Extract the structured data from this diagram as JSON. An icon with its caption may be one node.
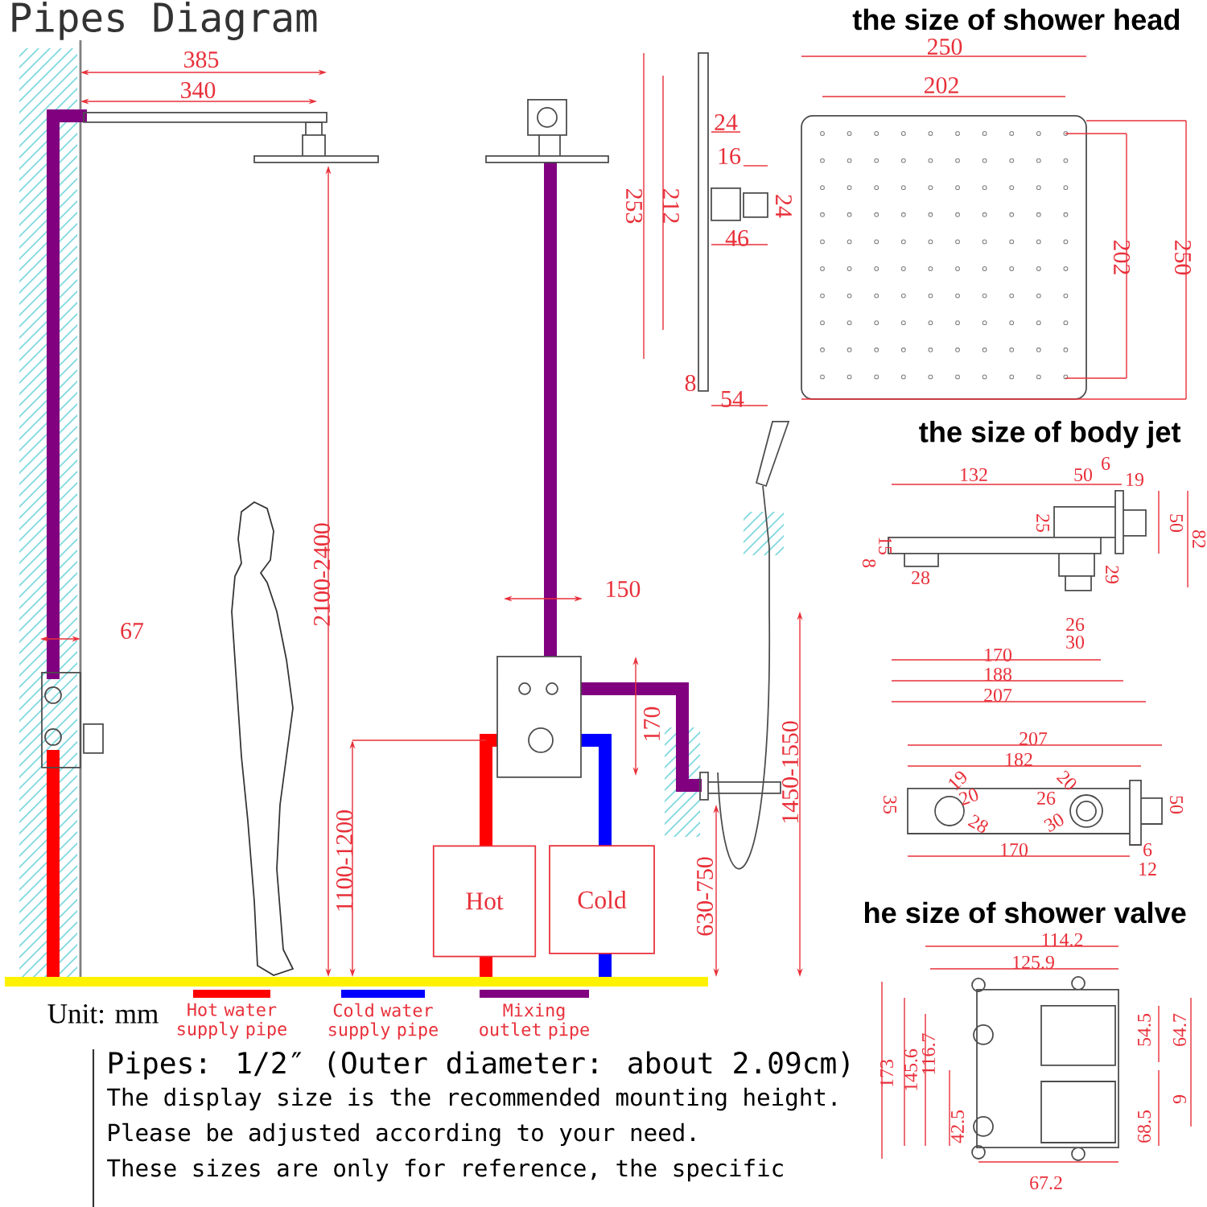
{
  "diagram": {
    "title": "Pipes Diagram",
    "nodes": [
      {
        "text": [
          "Hot"
        ]
      },
      {
        "text": [
          "Cold"
        ]
      }
    ],
    "labels": [
      "385",
      "340",
      "2100-2400",
      "67",
      "150",
      "170",
      "1100-1200",
      "1450-1550",
      "630-750",
      "Unit: mm",
      "Pipes: 1/2″ (Outer diameter: about 2.09cm)",
      "The display size is the recommended mounting height.",
      "Please be adjusted according to your need.",
      "These sizes are only for reference, the specific",
      "the size of shower head",
      "250",
      "202",
      "24",
      "16",
      "24",
      "253",
      "212",
      "46",
      "8",
      "54",
      "202",
      "250",
      "the size of body jet",
      "132",
      "50",
      "6",
      "19",
      "15",
      "25",
      "50",
      "82",
      "8",
      "28",
      "29",
      "26",
      "30",
      "170",
      "188",
      "207",
      "207",
      "182",
      "19",
      "20",
      "20",
      "26",
      "35",
      "28",
      "30",
      "50",
      "170",
      "6",
      "12",
      "he size of shower valve",
      "114.2",
      "125.9",
      "173",
      "145.6",
      "116.7",
      "54.5",
      "64.7",
      "42.5",
      "68.5",
      "9",
      "67.2"
    ],
    "legend": [
      {
        "text": "Hot water supply pipe",
        "color": "#ff0000"
      },
      {
        "text": "Cold water supply pipe",
        "color": "#0000ff"
      },
      {
        "text": "Mixing outlet pipe",
        "color": "#800080"
      }
    ]
  }
}
